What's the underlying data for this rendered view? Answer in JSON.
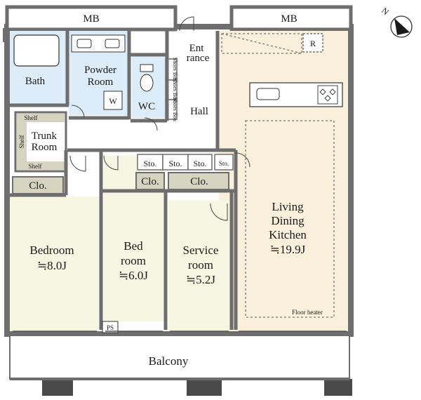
{
  "colors": {
    "wall": "#6e6e6e",
    "wall_dark": "#4a4a4a",
    "bedroom_floor": "#f7f6e2",
    "ldk_floor": "#fbf0dc",
    "bath_floor": "#dcecf8",
    "storage_floor": "#d6d3c0",
    "balcony_floor": "#ffffff",
    "line": "#333333"
  },
  "labels": {
    "mb_left": "MB",
    "mb_right": "MB",
    "bath": "Bath",
    "powder_room_1": "Powder",
    "powder_room_2": "Room",
    "washer": "W",
    "wc": "WC",
    "entrance_1": "Ent",
    "entrance_2": "rance",
    "hall": "Hall",
    "shoes_box": "Shoes Box",
    "trunk_room_1": "Trunk",
    "trunk_room_2": "Room",
    "shelf": "Shelf",
    "sto": "Sto.",
    "clo": "Clo.",
    "bedroom": "Bedroom",
    "bedroom_size": "≒8.0J",
    "bed_room_1": "Bed",
    "bed_room_2": "room",
    "bed_room_size": "≒6.0J",
    "service_room_1": "Service",
    "service_room_2": "room",
    "service_room_size": "≒5.2J",
    "ldk_1": "Living",
    "ldk_2": "Dining",
    "ldk_3": "Kitchen",
    "ldk_size": "≒19.9J",
    "floor_heater": "Floor heater",
    "ps": "PS",
    "refrigerator": "R",
    "balcony": "Balcony",
    "north": "N"
  }
}
